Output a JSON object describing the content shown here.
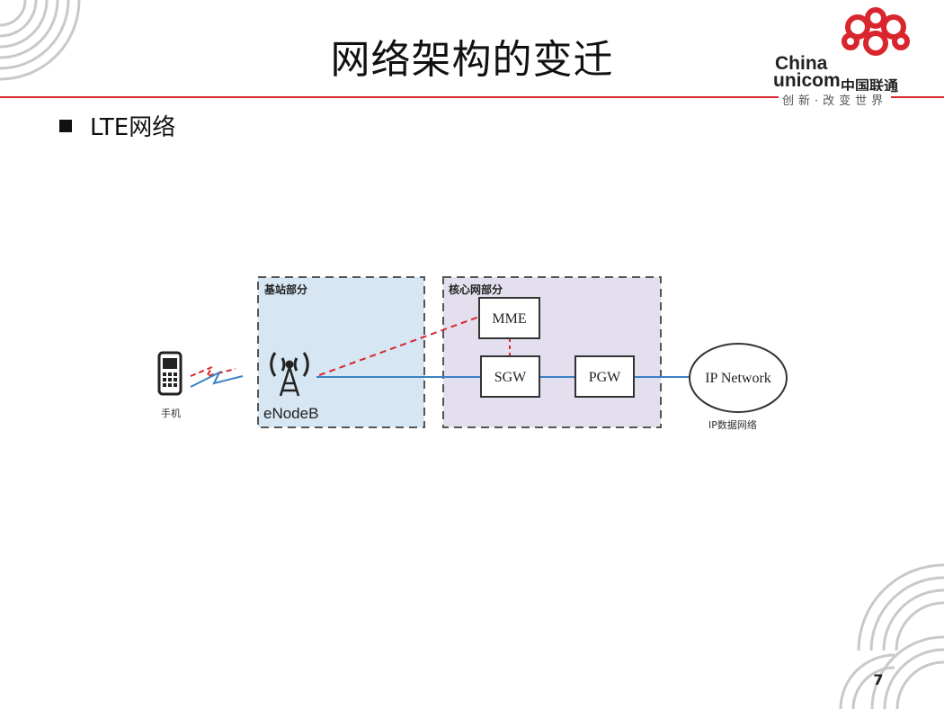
{
  "slide": {
    "title": "网络架构的变迁",
    "bullet": "LTE网络",
    "page_number": "7"
  },
  "logo": {
    "english_top": "China",
    "english_bottom": "unicom",
    "chinese": "中国联通",
    "slogan": "创新·改变世界"
  },
  "diagram": {
    "zone_base": "基站部分",
    "zone_core": "核心网部分",
    "phone_label": "手机",
    "enodeb_label": "eNodeB",
    "mme": "MME",
    "sgw": "SGW",
    "pgw": "PGW",
    "ip_network": "IP Network",
    "ip_label": "IP数据网络"
  },
  "colors": {
    "brand_red": "#d9262e",
    "link_blue": "#3b82c4",
    "base_zone_fill": "#d6e6f2",
    "core_zone_fill": "#e4dfee"
  }
}
